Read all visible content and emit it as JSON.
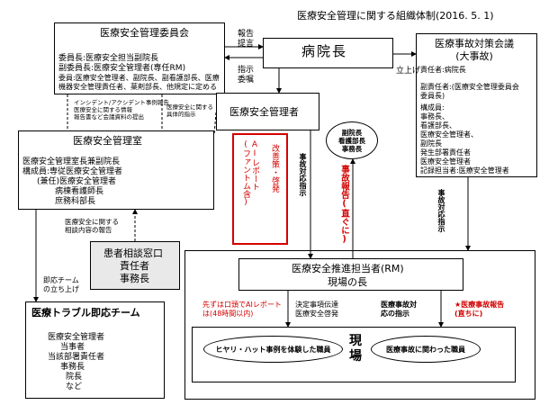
{
  "title": "医療安全管理に関する組織体制(2016. 5. 1)",
  "committee": {
    "title": "医療安全管理委員会",
    "lines": [
      "委員長:医療安全担当副院長",
      "副委員長:医療安全管理者(専任RM)",
      "委員:医療安全管理者、副院長、副看護部長、医療",
      "機器安全管理責任者、薬剤部長、他規定に定める"
    ]
  },
  "hospital_director": "病院長",
  "report_label": "報告\n提言",
  "instruction_label": "指示\n委嘱",
  "countermeasure": {
    "title": "医療事故対策会議\n(大事故)",
    "chair": "責任者:病院長",
    "vice": "副責任者:(医療安全管理委員会\n委員長)",
    "members_head": "構成員:",
    "members": [
      "事務長、",
      "看護部長、",
      "医療安全管理者、",
      "副院長",
      "発生部署責任者",
      "医療安全管理者",
      "記録担当者:医療安全管理者"
    ]
  },
  "tateage": "立上げ",
  "safety_manager": "医療安全管理者",
  "incident_note": "インシデント/アクシデント事例報告\n医療安全に関する情報\n報告書など会議資料の提出",
  "instruction_note": "医療安全に関する\n具体的指示",
  "safety_office": {
    "title": "医療安全管理室",
    "lines": [
      "医療安全管理室長兼副院長",
      "構成員:専従医療安全管理者",
      "(兼任)医療安全管理者",
      "病棟看護師長",
      "庶務科部長"
    ]
  },
  "consult_report": "医療安全に関する\n相談内容の報告",
  "patient_window": {
    "title": "患者相談窓口",
    "lines": [
      "責任者",
      "事務長"
    ]
  },
  "rapid_launch": "即応チーム\nの立ち上げ",
  "trouble_team": {
    "title": "医療トラブル即応チーム",
    "lines": [
      "医療安全管理者",
      "当事者",
      "当該部署責任者",
      "事務長",
      "院長",
      "など"
    ]
  },
  "vice_group": "副院長\n看護部長\n事務長",
  "ai_report": "AIレポート\n(ファントム含)",
  "improvement": "改善策・啓発",
  "accident_response_1": "事故対応指示",
  "accident_report": "事故報告(直ぐに)",
  "accident_response_2": "事故対応指示",
  "rm": {
    "title": "医療安全推進担当者(RM)",
    "sub": "現場の長"
  },
  "oral_first": "先ずは口頭でAIレポート\nは(48時間以内)",
  "decision": "決定事項伝達\n医療安全啓発",
  "accident_instruction": "医療事故対\n応の指示",
  "star_report": "★医療事故報告\n(直ちに)",
  "field": "現\n場",
  "nearmiss": "ヒヤリ・ハット事例を体験した職員",
  "involved": "医療事故に関わった職員"
}
